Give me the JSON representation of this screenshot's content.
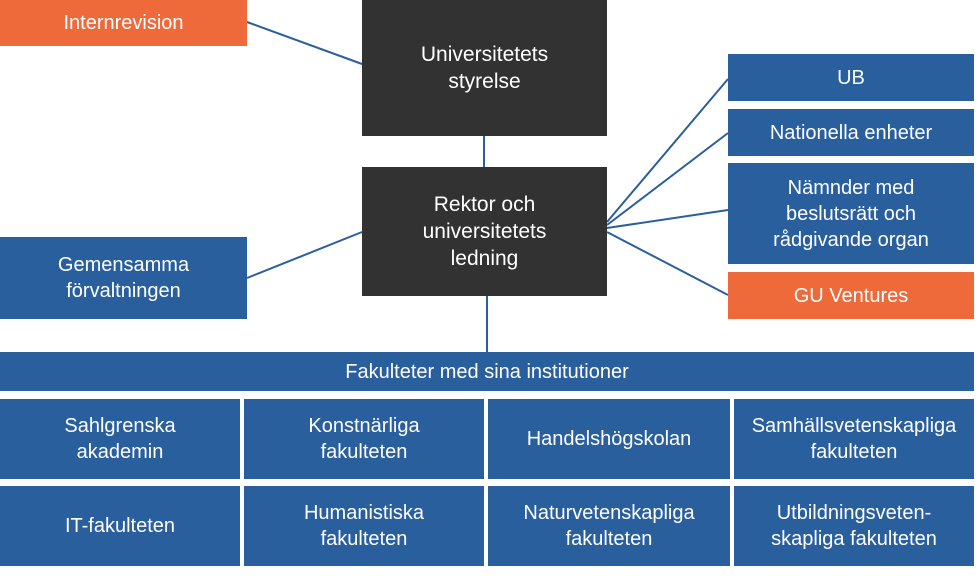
{
  "top_left": {
    "label": "Internrevision"
  },
  "board": {
    "label": "Universitetets\nstyrelse"
  },
  "rector": {
    "label": "Rektor och\nuniversitetets\nledning"
  },
  "left": {
    "label": "Gemensamma\nförvaltningen"
  },
  "right_units": [
    {
      "label": "UB"
    },
    {
      "label": "Nationella enheter"
    },
    {
      "label": "Nämnder med\nbeslutsrätt och\nrådgivande organ"
    },
    {
      "label": "GU Ventures"
    }
  ],
  "faculties_header": {
    "label": "Fakulteter med sina institutioner"
  },
  "faculties": [
    {
      "label": "Sahlgrenska\nakademin"
    },
    {
      "label": "Konstnärliga\nfakulteten"
    },
    {
      "label": "Handelshögskolan"
    },
    {
      "label": "Samhällsvetenskapliga\nfakulteten"
    },
    {
      "label": "IT-fakulteten"
    },
    {
      "label": "Humanistiska\nfakulteten"
    },
    {
      "label": "Naturvetenskapliga\nfakulteten"
    },
    {
      "label": "Utbildningsveten-\nskapliga fakulteten"
    }
  ],
  "colors": {
    "dark": "#333233",
    "blue": "#2a5f9e",
    "orange": "#ee6a3b"
  }
}
